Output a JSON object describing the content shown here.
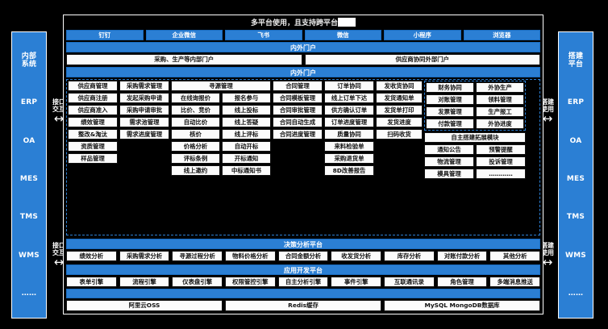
{
  "title": "多平台使用，且支持跨平台",
  "colors": {
    "accent": "#2b7fd4",
    "chip_bg": "#fbfbfb",
    "frame": "#ffffff",
    "page_bg": "#000000"
  },
  "left_pillar": {
    "items": [
      {
        "label": "内部\n系统"
      },
      {
        "label": "ERP"
      },
      {
        "label": "OA"
      },
      {
        "label": "MES"
      },
      {
        "label": "TMS"
      },
      {
        "label": "WMS"
      },
      {
        "label": "……"
      }
    ]
  },
  "right_pillar": {
    "items": [
      {
        "label": "搭建\n平台"
      },
      {
        "label": "ERP"
      },
      {
        "label": "OA"
      },
      {
        "label": "MES"
      },
      {
        "label": "TMS"
      },
      {
        "label": "WMS"
      },
      {
        "label": "……"
      }
    ]
  },
  "arrows": {
    "left_top": {
      "label": "接口\n交互",
      "glyph": "↔"
    },
    "left_bottom": {
      "label": "接口\n交互",
      "glyph": "↔"
    },
    "right_top": {
      "label": "搭建\n使用",
      "glyph": "↔"
    },
    "right_bottom": {
      "label": "搭建\n使用",
      "glyph": "↔"
    }
  },
  "clients": [
    "钉钉",
    "企业微信",
    "飞书",
    "微信",
    "小程序",
    "浏览器"
  ],
  "portal_band_1": "内外门户",
  "portals": [
    "采购、生产等内部门户",
    "供应商协同外部门户"
  ],
  "portal_band_2": "内外门户",
  "matrix": {
    "supplier": {
      "head": "供应商管理",
      "items": [
        "供应商注册",
        "供应商准入",
        "绩效管理",
        "整改&淘汰",
        "资质管理",
        "样品管理"
      ]
    },
    "requirement": {
      "head": "采购需求管理",
      "items": [
        "发起采购申请",
        "采购申请审批",
        "需求池管理",
        "需求进度管理"
      ]
    },
    "sourcing": {
      "head": "寻源管理",
      "pairs": [
        [
          "在线询报价",
          "报名参与"
        ],
        [
          "比价、竞价",
          "线上投标"
        ],
        [
          "自动比价",
          "线上答疑"
        ],
        [
          "核价",
          "线上评标"
        ],
        [
          "价格分析",
          "自动开标"
        ],
        [
          "评标条例",
          "开标通知"
        ],
        [
          "线上邀约",
          "中标通知书"
        ]
      ]
    },
    "contract": {
      "head": "合同管理",
      "items": [
        "合同模板管理",
        "合同审批管理",
        "合同自动生成",
        "合同进度管理"
      ]
    },
    "order": {
      "head": "订单协同",
      "items": [
        "线上订单下达",
        "供方确认订单",
        "订单进度管理",
        "质量协同",
        "来料检验单",
        "采购退货单",
        "8D改善报告"
      ]
    },
    "shipping": {
      "head": "发收货协同",
      "items": [
        "发货通知单",
        "发货单打印",
        "发货进度",
        "扫码收货"
      ]
    },
    "finance": {
      "head": "财务协同",
      "items": [
        "对账管理",
        "发票管理",
        "付款管理"
      ]
    },
    "outsource": {
      "head": "外协生产",
      "items": [
        "领料管理",
        "生产报工",
        "外协进度"
      ]
    },
    "extension": {
      "head": "自主搭建拓展模块",
      "pairs": [
        [
          "通知公告",
          "预警提醒"
        ],
        [
          "物流管理",
          "投诉管理"
        ],
        [
          "模具管理",
          "…………"
        ]
      ]
    }
  },
  "decision_platform": {
    "band": "决策分析平台",
    "items": [
      "绩效分析",
      "采购需求分析",
      "寻源过程分析",
      "物料价格分析",
      "合同金额分析",
      "收发货分析",
      "库存分析",
      "对账付款分析",
      "其他分析"
    ]
  },
  "app_platform": {
    "band": "应用开发平台",
    "items": [
      "表单引擎",
      "流程引擎",
      "仪表盘引擎",
      "权限管控引擎",
      "自主分析引擎",
      "事件引擎",
      "互联通讯录",
      "角色管理",
      "多端消息推送"
    ]
  },
  "infra_band": "",
  "infrastructure": [
    "阿里云OSS",
    "Redis缓存",
    "MySQL MongoDB数据库"
  ]
}
